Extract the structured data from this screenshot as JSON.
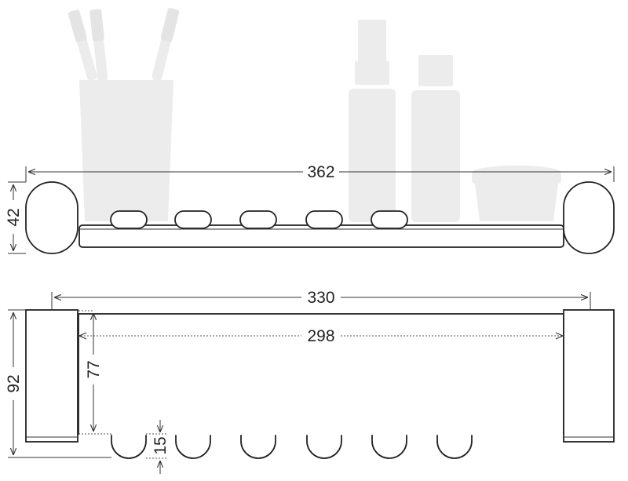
{
  "dimensions": {
    "front_width": "362",
    "front_height": "42",
    "top_overall_width": "330",
    "top_inner_width": "298",
    "top_depth": "92",
    "top_inner_depth": "77",
    "tab_depth": "15"
  },
  "colors": {
    "line": "#222222",
    "accessory": "#ececec"
  },
  "icons": [
    "toothbrush-icon",
    "cup-icon",
    "spray-bottle-icon",
    "pump-bottle-icon",
    "jar-icon"
  ]
}
